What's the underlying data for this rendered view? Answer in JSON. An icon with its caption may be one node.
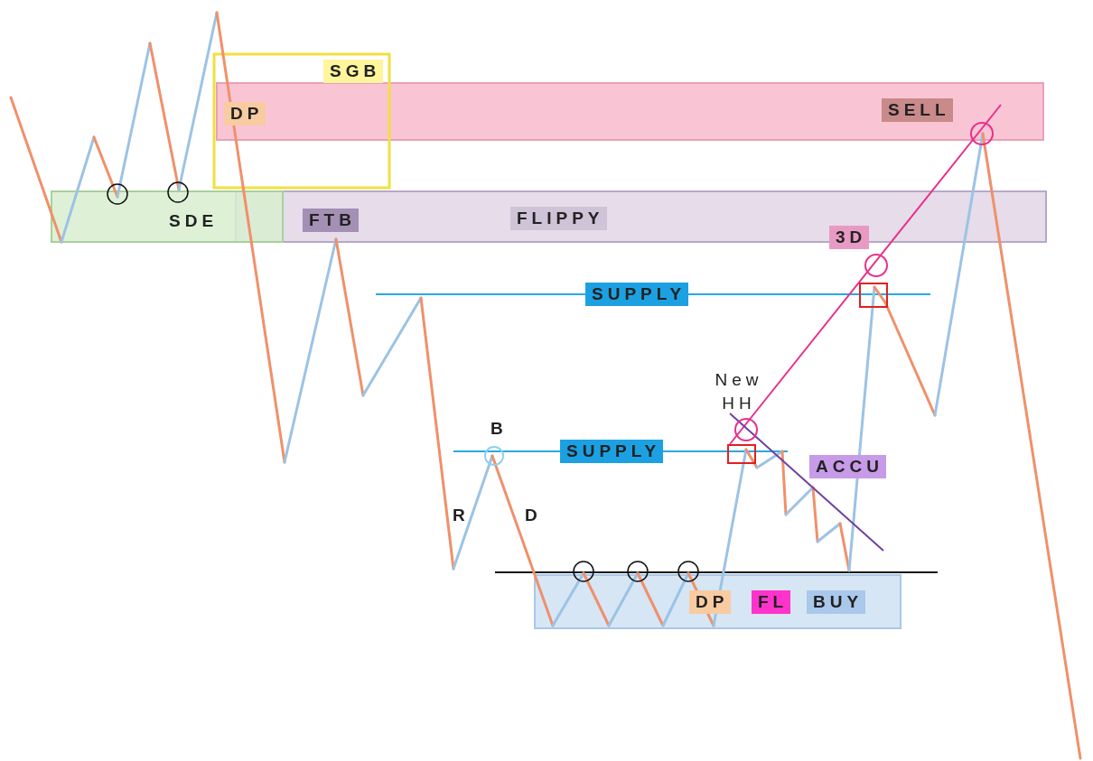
{
  "diagram": {
    "labels": [
      "SGB",
      "DP",
      "SELL",
      "SDE",
      "FTB",
      "FLIPPY",
      "3D",
      "SUPPLY",
      "New HH",
      "B",
      "SUPPLY",
      "ACCU",
      "R",
      "D",
      "DP",
      "FL",
      "BUY"
    ]
  }
}
